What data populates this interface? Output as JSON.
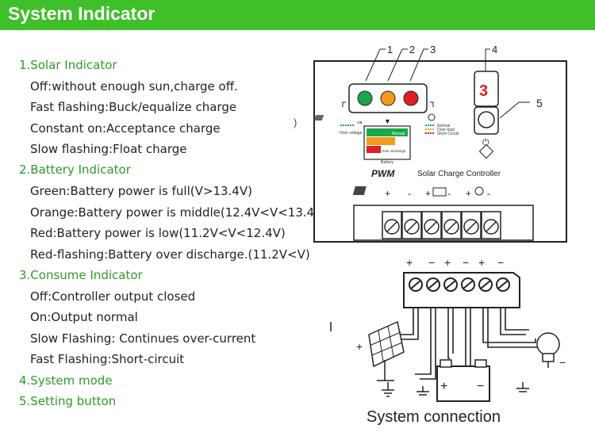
{
  "header": {
    "title": "System Indicator"
  },
  "indicators": {
    "h1": "1.Solar Indicator",
    "h1_items": [
      "Off:without enough sun,charge off.",
      "Fast flashing:Buck/equalize charge",
      "Constant on:Acceptance charge",
      "Slow flashing:Float charge"
    ],
    "h2": "2.Battery Indicator",
    "h2_items": [
      "Green:Battery power is full(V>13.4V)",
      "Orange:Battery power is middle(12.4V<V<13.4",
      "Red:Battery power is low(11.2V<V<12.4V)",
      "Red-flashing:Battery over discharge.(11.2V<V)"
    ],
    "h3": "3.Consume Indicator",
    "h3_items": [
      "Off:Controller output closed",
      "On:Output normal",
      "Slow Flashing: Continues over-current",
      "Fast Flashing:Short-circuit"
    ],
    "h4": "4.System mode",
    "h5": "5.Setting button"
  },
  "panel": {
    "callouts": [
      "1",
      "2",
      "3",
      "4",
      "5"
    ],
    "display_digit": "3",
    "brand": "PWM",
    "product": "Solar Charge Controller",
    "legend": [
      "Normal",
      "Over-load",
      "Short Circuit"
    ],
    "over_voltage": "Over voltage",
    "normal": "Normal",
    "over_discharge": "Over discharge",
    "battery": "Battery",
    "terminal_signs": [
      "+",
      "-",
      "+",
      "-",
      "+",
      "-"
    ],
    "led_colors": [
      "#1aa84a",
      "#f39a1e",
      "#e01e24"
    ]
  },
  "connection": {
    "caption": "System connection",
    "polarity": [
      "+",
      "−",
      "+",
      "−",
      "+",
      "−"
    ],
    "battery_signs": [
      "+",
      "−"
    ],
    "panel_sign": "+",
    "load_sign": "−"
  }
}
